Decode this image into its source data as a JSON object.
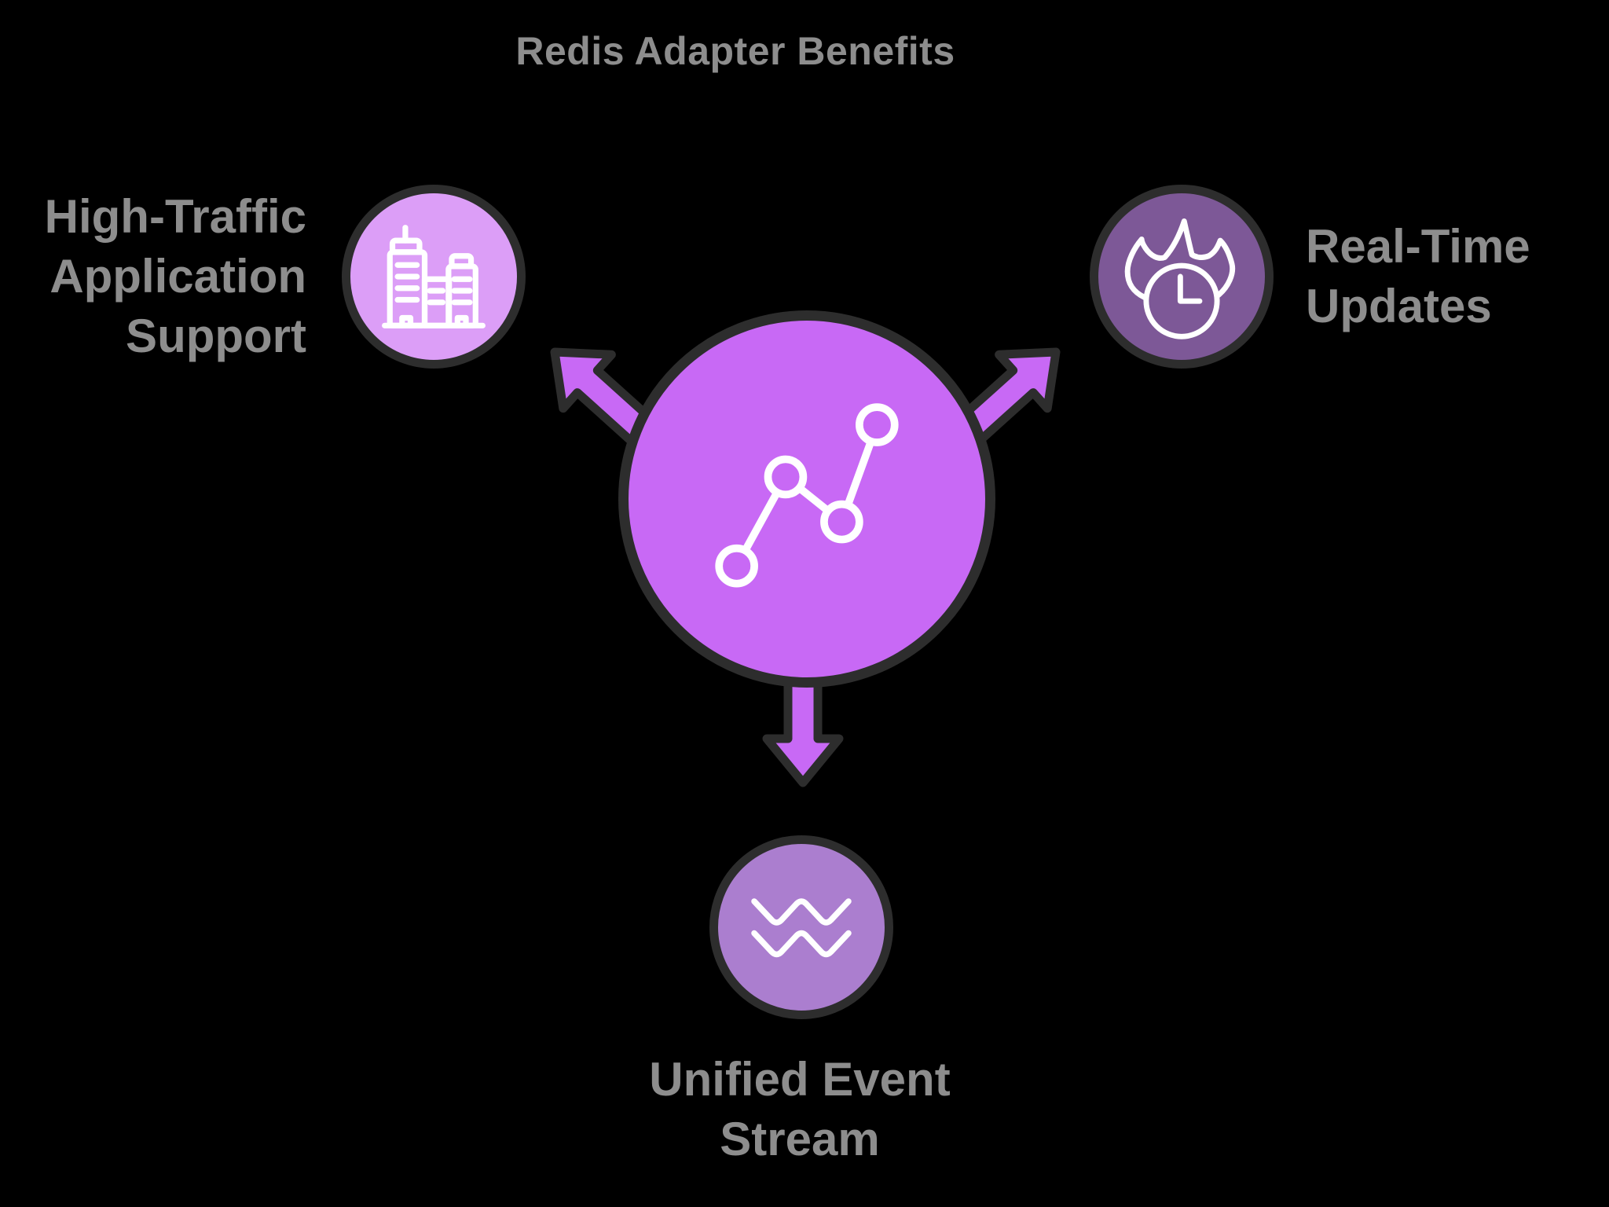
{
  "title": "Redis Adapter Benefits",
  "hub": {
    "icon": "trend-line-chart-icon",
    "circle_color": "#c869f5"
  },
  "benefits": {
    "high_traffic": {
      "line1": "High-Traffic",
      "line2": "Application",
      "line3": "Support",
      "icon": "city-buildings-icon",
      "circle_color": "#dc9ef7"
    },
    "real_time": {
      "line1": "Real-Time",
      "line2": "Updates",
      "icon": "flame-clock-icon",
      "circle_color": "#7d5897"
    },
    "unified_event": {
      "line1": "Unified Event",
      "line2": "Stream",
      "icon": "waves-icon",
      "circle_color": "#ab7ecf"
    }
  },
  "colors": {
    "background": "#000000",
    "outline": "#2d2d2d",
    "arrow_fill": "#c869f5",
    "label_text": "#8d8d8d",
    "title_text": "#8d8d8d",
    "icon_stroke": "#ffffff"
  }
}
